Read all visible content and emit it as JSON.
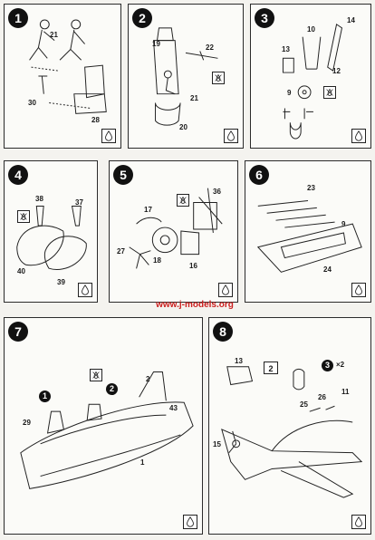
{
  "steps": [
    {
      "number": "1",
      "parts": [
        "21",
        "30",
        "28"
      ]
    },
    {
      "number": "2",
      "parts": [
        "19",
        "22",
        "21",
        "20"
      ]
    },
    {
      "number": "3",
      "parts": [
        "10",
        "14",
        "13",
        "9",
        "12"
      ]
    },
    {
      "number": "4",
      "parts": [
        "38",
        "37",
        "40",
        "39"
      ]
    },
    {
      "number": "5",
      "parts": [
        "36",
        "17",
        "27",
        "18",
        "16"
      ]
    },
    {
      "number": "6",
      "parts": [
        "23",
        "9",
        "24"
      ]
    },
    {
      "number": "7",
      "parts": [
        "2",
        "29",
        "1"
      ],
      "subrefs": [
        "1",
        "2"
      ],
      "inline_part": "43"
    },
    {
      "number": "8",
      "parts": [
        "13",
        "11",
        "25",
        "26",
        "15"
      ],
      "ref_box_2": "2",
      "subref_3": "3",
      "multiplier": "×2"
    }
  ],
  "watermark": "www.j-models.org",
  "icons": {
    "drop": "glue-drop-icon",
    "flame": "cement-warning-icon"
  },
  "colors": {
    "ink": "#1a1a1a",
    "paper": "#fbfbf8",
    "watermark": "#cc1f1f"
  }
}
